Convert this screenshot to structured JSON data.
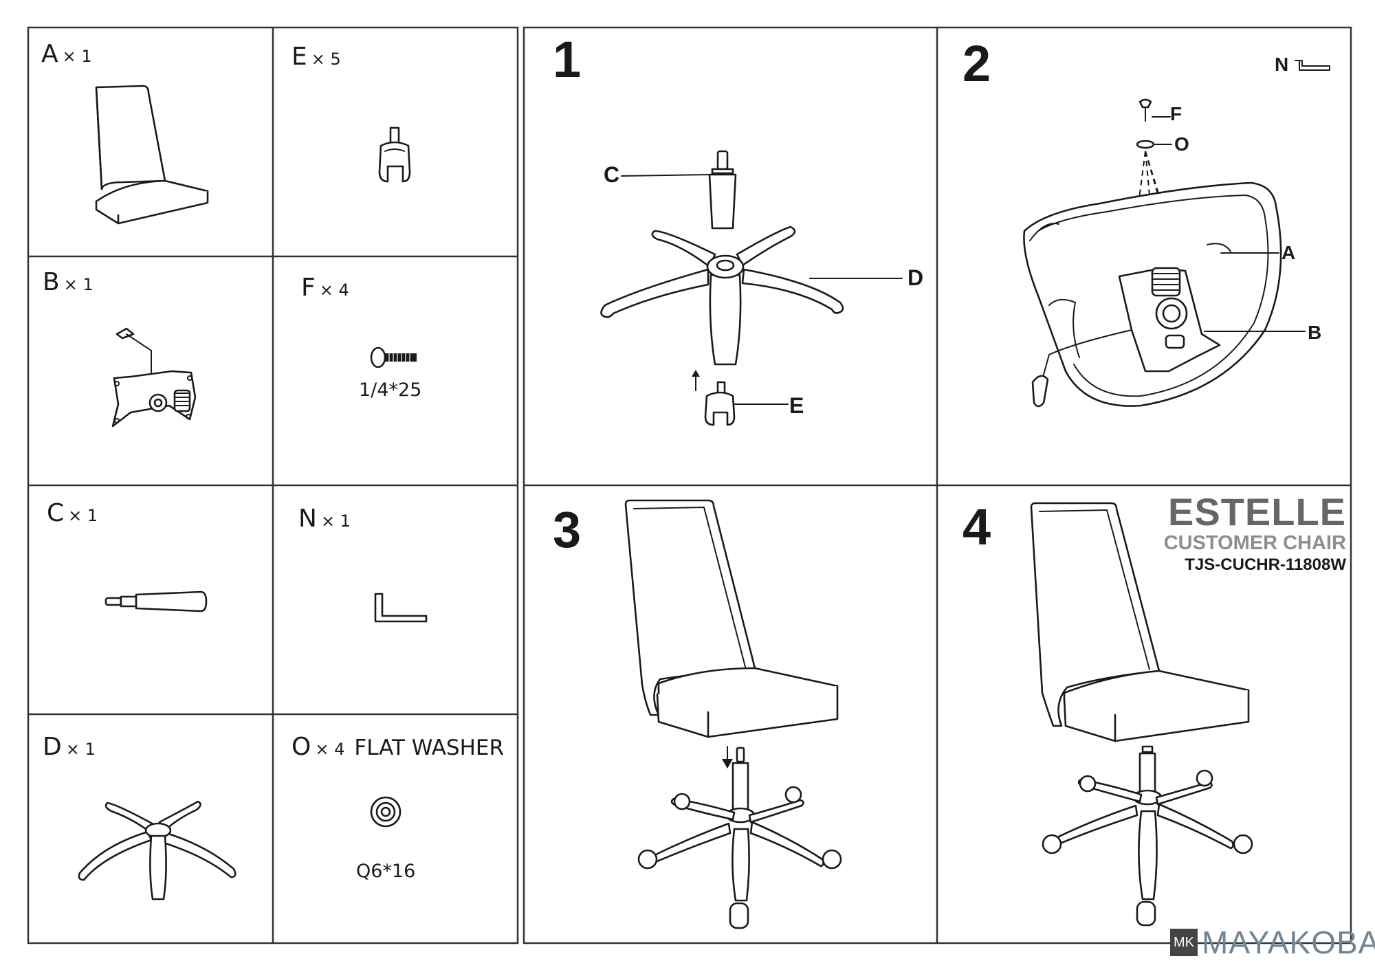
{
  "parts": [
    {
      "letter": "A",
      "qty": "× 1"
    },
    {
      "letter": "E",
      "qty": "× 5"
    },
    {
      "letter": "B",
      "qty": "× 1"
    },
    {
      "letter": "F",
      "qty": "× 4",
      "spec": "1/4*25"
    },
    {
      "letter": "C",
      "qty": "× 1"
    },
    {
      "letter": "N",
      "qty": "× 1"
    },
    {
      "letter": "D",
      "qty": "× 1"
    },
    {
      "letter": "O",
      "qty": "× 4",
      "note": "FLAT WASHER",
      "spec": "Q6*16"
    }
  ],
  "steps": [
    "1",
    "2",
    "3",
    "4"
  ],
  "callouts": {
    "step1": [
      "C",
      "D",
      "E"
    ],
    "step2": [
      "F",
      "O",
      "A",
      "B",
      "N"
    ]
  },
  "product": {
    "name": "ESTELLE",
    "category": "CUSTOMER CHAIR",
    "code": "TJS-CUCHR-11808W"
  },
  "logo": {
    "mark": "MK",
    "text": "MAYAKOBA"
  }
}
